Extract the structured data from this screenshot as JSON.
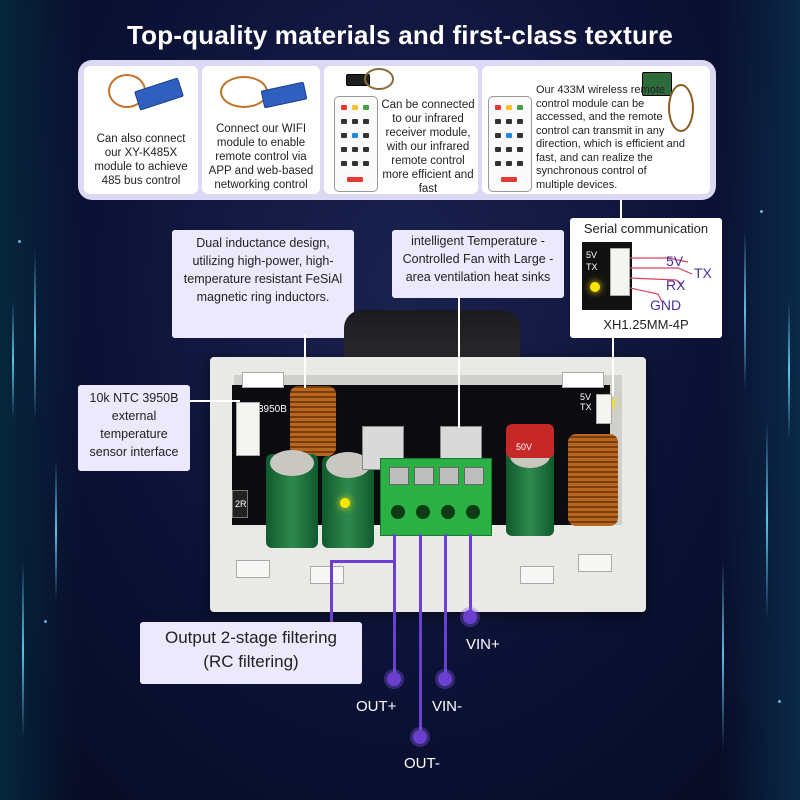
{
  "title": "Top-quality materials and first-class texture",
  "modules": [
    {
      "text": "Can also connect our XY-K485X module to achieve 485 bus control"
    },
    {
      "text": "Connect our WIFI module to enable remote control via APP and web-based networking control"
    },
    {
      "text": "Can be connected to our infrared receiver module, with our infrared remote control more efficient and fast"
    },
    {
      "text": "Our 433M wireless remote control module can be accessed, and the remote control can transmit in any direction, which is efficient and fast, and can realize the synchronous control of multiple devices."
    }
  ],
  "serial": {
    "title": "Serial communication",
    "connector": "XH1.25MM-4P",
    "pins": [
      "5V",
      "TX",
      "RX",
      "GND"
    ],
    "pin_5v": "5V",
    "pin_tx": "TX",
    "pin_rx": "RX",
    "pin_gnd": "GND",
    "pin_tx_out": "TX"
  },
  "callouts": {
    "inductor": "Dual inductance design, utilizing high-power, high-temperature resistant FeSiAl magnetic ring inductors.",
    "fan": "intelligent Temperature -Controlled Fan with Large -area ventilation heat sinks",
    "ntc": "10k NTC 3950B external temperature sensor interface",
    "filter": "Output 2-stage filtering (RC filtering)"
  },
  "terminals": {
    "out_plus": "OUT+",
    "out_minus": "OUT-",
    "vin_minus": "VIN-",
    "vin_plus": "VIN+"
  },
  "board_labels": {
    "ntc_silk": "3950B",
    "cap_text": "50V",
    "resistor": "2R",
    "serial_silk_5v": "5V",
    "serial_silk_tx": "TX"
  },
  "colors": {
    "accent_purple": "#6b3fd0",
    "panel_bg": "#dcd9f5",
    "callout_bg": "#ebe9fb"
  }
}
